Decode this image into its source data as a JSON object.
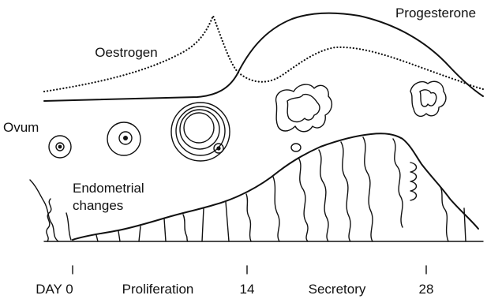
{
  "labels": {
    "oestrogen": "Oestrogen",
    "progesterone": "Progesterone",
    "ovum": "Ovum",
    "endometrial_line1": "Endometrial",
    "endometrial_line2": "changes"
  },
  "axis": {
    "ticks": [
      "DAY 0",
      "14",
      "28"
    ],
    "phases": [
      "Proliferation",
      "Secretory"
    ]
  },
  "colors": {
    "ink": "#111111",
    "background": "#ffffff"
  }
}
